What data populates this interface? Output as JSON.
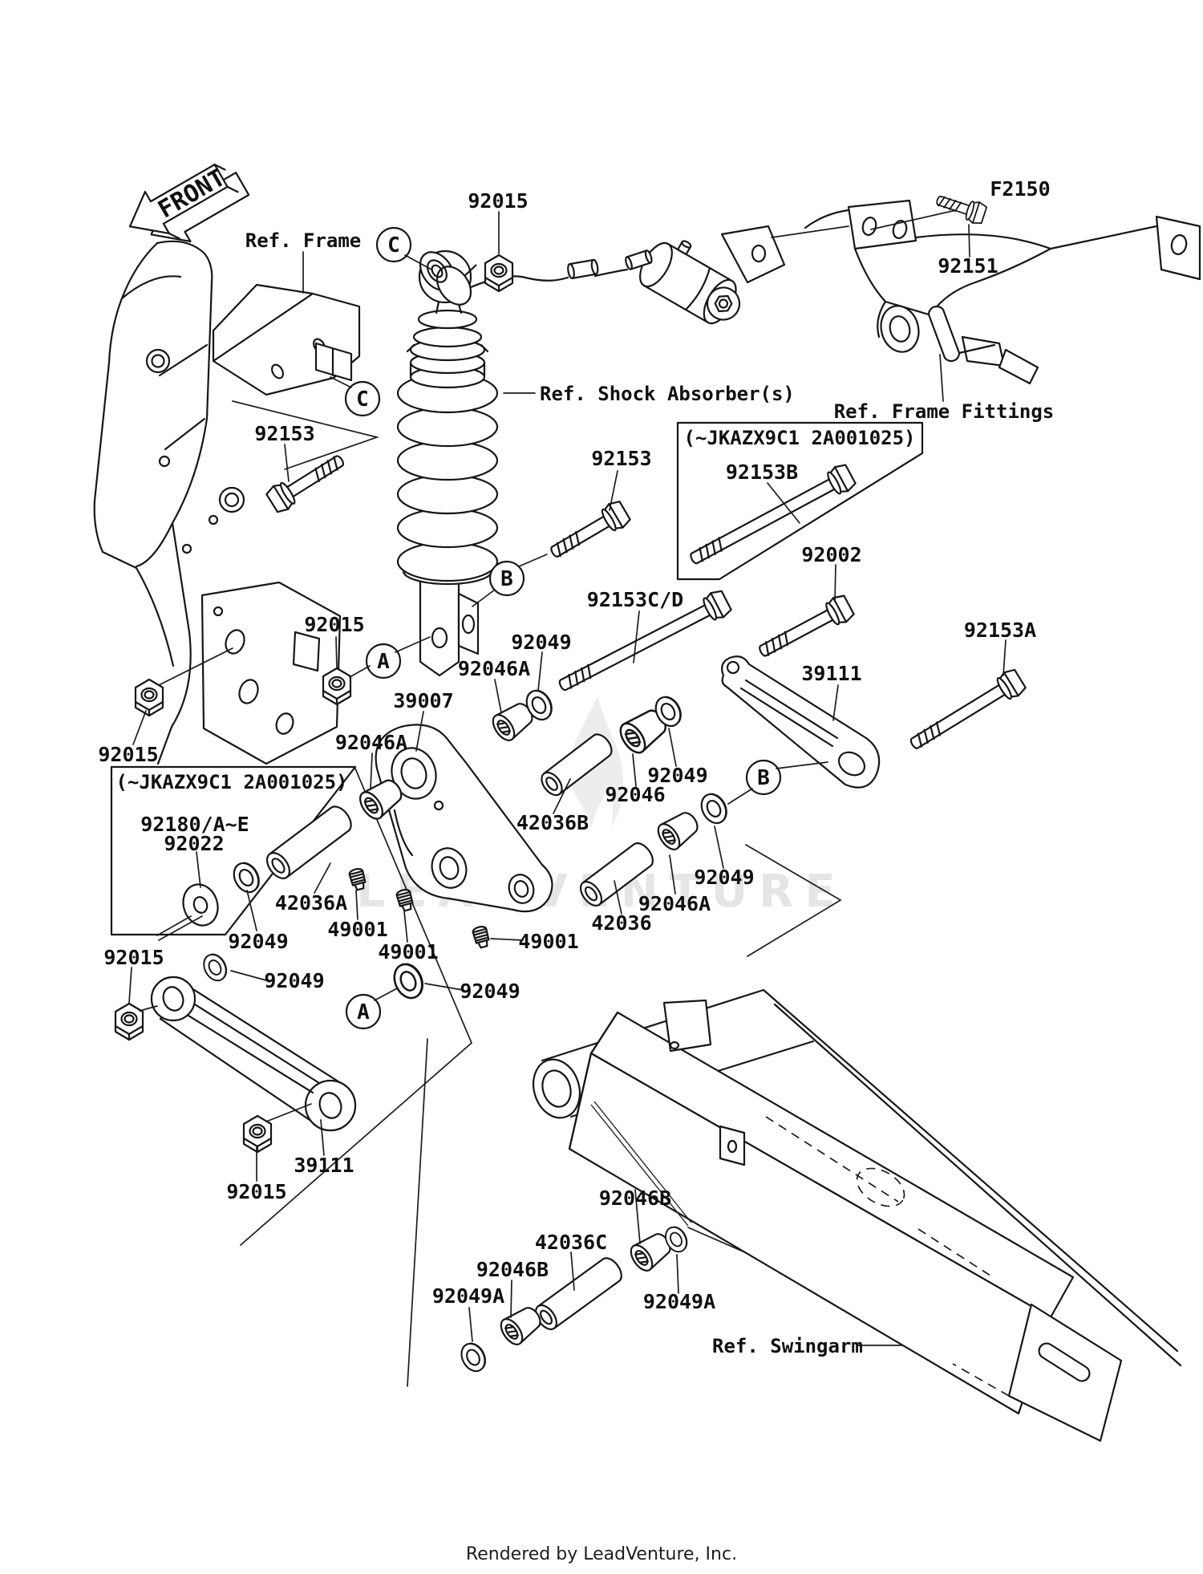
{
  "page": {
    "figure_code": "F2150",
    "footer": "Rendered by LeadVenture, Inc.",
    "watermark": "LEADVENTURE",
    "front_arrow": "FRONT",
    "serial_range_note": "(~JKAZX9C1 2A001025)"
  },
  "refs": {
    "frame": "Ref. Frame",
    "shock": "Ref. Shock Absorber(s)",
    "frame_fittings": "Ref. Frame Fittings",
    "swingarm": "Ref. Swingarm"
  },
  "callouts": {
    "a": "A",
    "b": "B",
    "c": "C"
  },
  "parts": {
    "p39007": "39007",
    "p39111": "39111",
    "p42036": "42036",
    "p42036A": "42036A",
    "p42036B": "42036B",
    "p42036C": "42036C",
    "p49001": "49001",
    "p92002": "92002",
    "p92015": "92015",
    "p92022": "92022",
    "p92046": "92046",
    "p92046A": "92046A",
    "p92046B": "92046B",
    "p92049": "92049",
    "p92049A": "92049A",
    "p92151": "92151",
    "p92153": "92153",
    "p92153A": "92153A",
    "p92153B": "92153B",
    "p92153CD": "92153C/D",
    "p92180": "92180/A~E"
  }
}
